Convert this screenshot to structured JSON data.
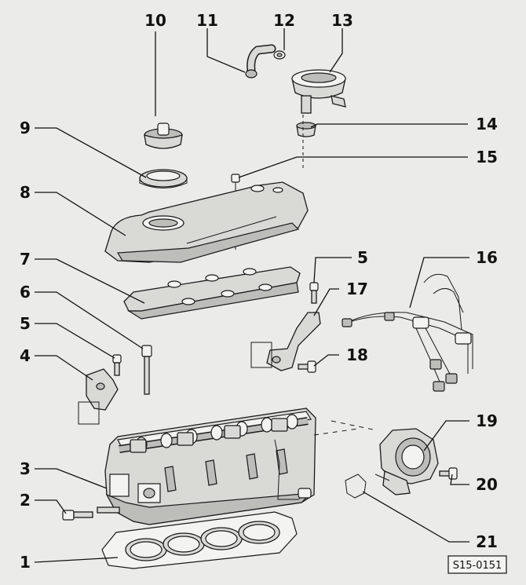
{
  "callouts": [
    "1",
    "2",
    "3",
    "4",
    "5",
    "6",
    "7",
    "8",
    "9",
    "10",
    "11",
    "12",
    "13",
    "14",
    "15",
    "5",
    "16",
    "17",
    "18",
    "19",
    "20",
    "21"
  ],
  "reference": "S15-0151",
  "colors": {
    "ink": "#111111",
    "paper": "#ebebe9",
    "metal": "#d9d9d6",
    "shade": "#bdbdba"
  }
}
